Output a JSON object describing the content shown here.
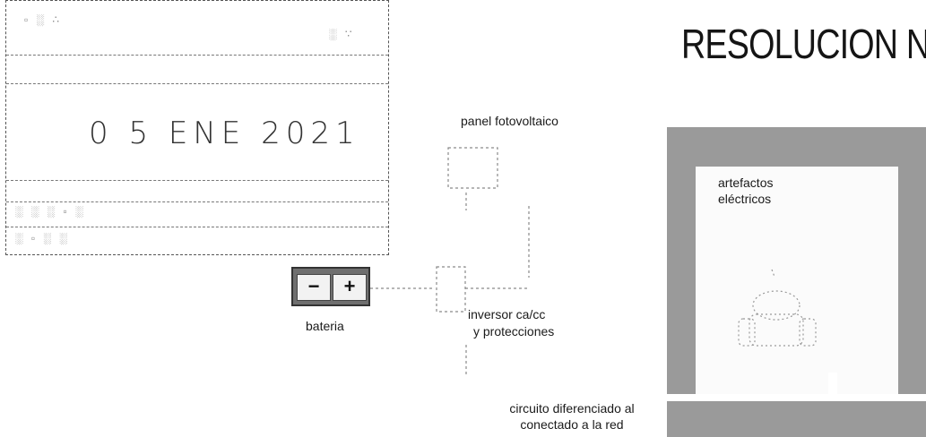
{
  "title": "RESOLUCION Nº",
  "stamp": {
    "date_text": "0 5 ENE 2021"
  },
  "labels": {
    "panel": "panel fotovoltaico",
    "appliances_line1": "artefactos",
    "appliances_line2": "eléctricos",
    "inverter_line1": "inversor ca/cc",
    "inverter_line2": "y protecciones",
    "battery": "bateria",
    "circuit_line1": "circuito diferenciado al",
    "circuit_line2": "conectado a la red"
  },
  "battery_symbols": {
    "minus": "−",
    "plus": "+"
  }
}
